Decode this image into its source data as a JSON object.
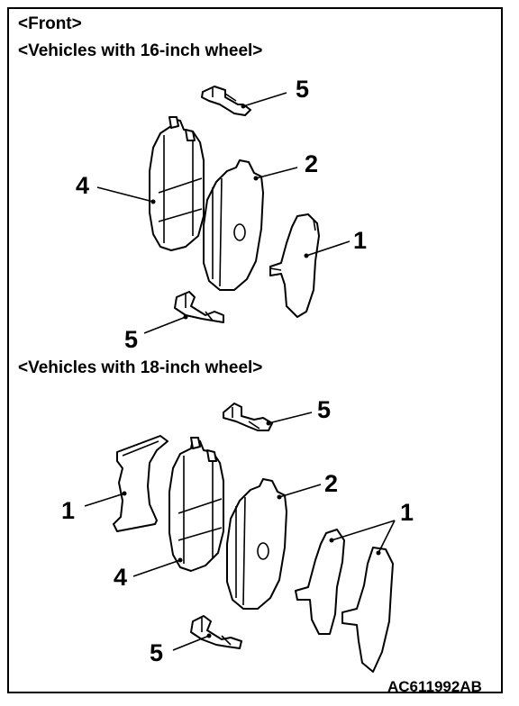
{
  "header": {
    "front": "<Front>",
    "section16": "<Vehicles with 16-inch wheel>",
    "section18": "<Vehicles with 18-inch wheel>"
  },
  "callouts": {
    "top": {
      "c5a": "5",
      "c2": "2",
      "c4": "4",
      "c1": "1",
      "c5b": "5"
    },
    "bottom": {
      "c5a": "5",
      "c2": "2",
      "c1left": "1",
      "c1right": "1",
      "c4": "4",
      "c5b": "5"
    }
  },
  "figure_code": "AC611992AB"
}
